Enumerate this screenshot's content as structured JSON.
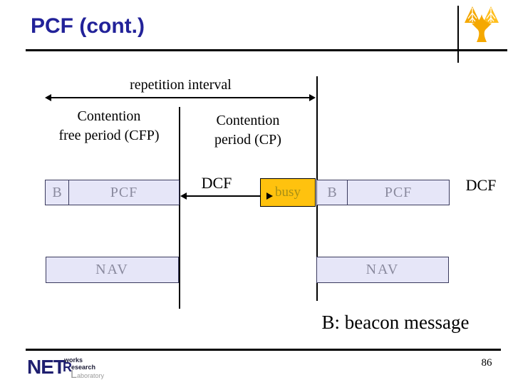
{
  "header": {
    "title": "PCF (cont.)"
  },
  "diagram": {
    "repetition_label": "repetition interval",
    "cfp_line1": "Contention",
    "cfp_line2": "free period (CFP)",
    "cp_line1": "Contention",
    "cp_line2": "period (CP)",
    "dcf_left": "DCF",
    "dcf_right": "DCF",
    "row1": {
      "beacon": "B",
      "pcf": "PCF"
    },
    "busy": "busy",
    "row2": {
      "beacon": "B",
      "pcf": "PCF"
    },
    "nav1": "NAV",
    "nav2": "NAV"
  },
  "note": "B: beacon message",
  "footer": {
    "page_number": "86",
    "logo": {
      "big": "NET",
      "works": "works",
      "r": "R",
      "esearch": "esearch",
      "l": "L",
      "aboratory": "aboratory"
    }
  },
  "colors": {
    "title_navy": "#222299",
    "box_fill_lavender": "#e6e6f8",
    "box_border": "#3a3a5e",
    "box_text_gray": "#8a8a9e",
    "busy_fill_gold": "#ffc20e",
    "busy_text_olive": "#a78f15",
    "line_black": "#000000",
    "logo_tree_gold": "#f5a800",
    "netr_navy": "#1f1f70",
    "netr_gray": "#9a9a9a"
  }
}
